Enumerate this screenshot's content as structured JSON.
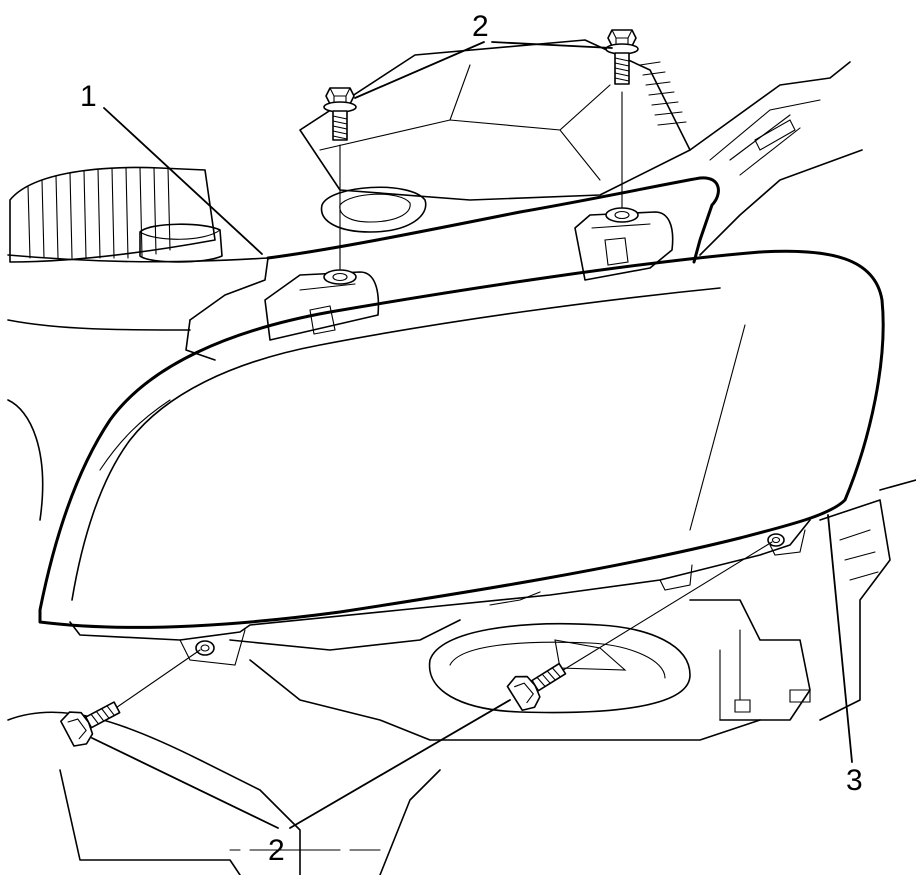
{
  "callouts": {
    "label_1": "1",
    "label_2_top": "2",
    "label_2_bottom": "2",
    "label_3": "3"
  },
  "icons": {
    "bolt": "bolt-icon"
  },
  "colors": {
    "line": "#000000",
    "background": "#ffffff"
  }
}
